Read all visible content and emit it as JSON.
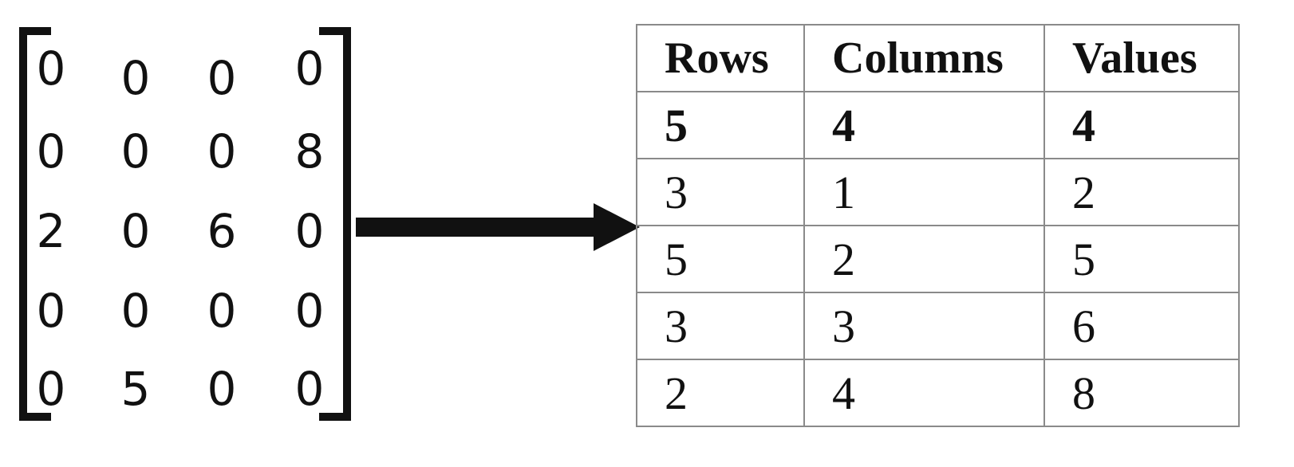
{
  "matrix": {
    "rows": [
      [
        "0",
        "0",
        "0",
        "0"
      ],
      [
        "0",
        "0",
        "0",
        "8"
      ],
      [
        "2",
        "0",
        "6",
        "0"
      ],
      [
        "0",
        "0",
        "0",
        "0"
      ],
      [
        "0",
        "5",
        "0",
        "0"
      ]
    ]
  },
  "table": {
    "headers": [
      "Rows",
      "Columns",
      "Values"
    ],
    "rows": [
      [
        "5",
        "4",
        "4"
      ],
      [
        "3",
        "1",
        "2"
      ],
      [
        "5",
        "2",
        "5"
      ],
      [
        "3",
        "3",
        "6"
      ],
      [
        "2",
        "4",
        "8"
      ]
    ]
  },
  "colors": {
    "ink": "#111111",
    "table_border": "#8a8a8a",
    "background": "#ffffff"
  }
}
